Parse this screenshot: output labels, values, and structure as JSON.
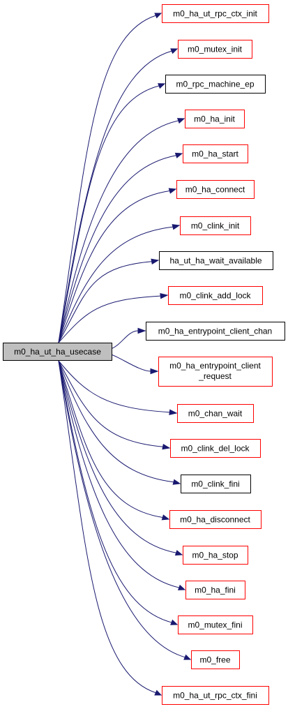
{
  "colors": {
    "edge": "#191970",
    "link_border": "#ff0000",
    "plain_border": "#000000",
    "root_fill": "#bfbfbf"
  },
  "root": {
    "label": "m0_ha_ut_ha_usecase"
  },
  "callees": [
    {
      "id": "m0_ha_ut_rpc_ctx_init",
      "lines": [
        "m0_ha_ut_rpc_ctx_init"
      ],
      "border": "red"
    },
    {
      "id": "m0_mutex_init",
      "lines": [
        "m0_mutex_init"
      ],
      "border": "red"
    },
    {
      "id": "m0_rpc_machine_ep",
      "lines": [
        "m0_rpc_machine_ep"
      ],
      "border": "black"
    },
    {
      "id": "m0_ha_init",
      "lines": [
        "m0_ha_init"
      ],
      "border": "red"
    },
    {
      "id": "m0_ha_start",
      "lines": [
        "m0_ha_start"
      ],
      "border": "red"
    },
    {
      "id": "m0_ha_connect",
      "lines": [
        "m0_ha_connect"
      ],
      "border": "red"
    },
    {
      "id": "m0_clink_init",
      "lines": [
        "m0_clink_init"
      ],
      "border": "red"
    },
    {
      "id": "ha_ut_ha_wait_available",
      "lines": [
        "ha_ut_ha_wait_available"
      ],
      "border": "black"
    },
    {
      "id": "m0_clink_add_lock",
      "lines": [
        "m0_clink_add_lock"
      ],
      "border": "red"
    },
    {
      "id": "m0_ha_entrypoint_client_chan",
      "lines": [
        "m0_ha_entrypoint_client_chan"
      ],
      "border": "black"
    },
    {
      "id": "m0_ha_entrypoint_client_request",
      "lines": [
        "m0_ha_entrypoint_client",
        "_request"
      ],
      "border": "red"
    },
    {
      "id": "m0_chan_wait",
      "lines": [
        "m0_chan_wait"
      ],
      "border": "red"
    },
    {
      "id": "m0_clink_del_lock",
      "lines": [
        "m0_clink_del_lock"
      ],
      "border": "red"
    },
    {
      "id": "m0_clink_fini",
      "lines": [
        "m0_clink_fini"
      ],
      "border": "black"
    },
    {
      "id": "m0_ha_disconnect",
      "lines": [
        "m0_ha_disconnect"
      ],
      "border": "red"
    },
    {
      "id": "m0_ha_stop",
      "lines": [
        "m0_ha_stop"
      ],
      "border": "red"
    },
    {
      "id": "m0_ha_fini",
      "lines": [
        "m0_ha_fini"
      ],
      "border": "red"
    },
    {
      "id": "m0_mutex_fini",
      "lines": [
        "m0_mutex_fini"
      ],
      "border": "red"
    },
    {
      "id": "m0_free",
      "lines": [
        "m0_free"
      ],
      "border": "red"
    },
    {
      "id": "m0_ha_ut_rpc_ctx_fini",
      "lines": [
        "m0_ha_ut_rpc_ctx_fini"
      ],
      "border": "red"
    }
  ]
}
